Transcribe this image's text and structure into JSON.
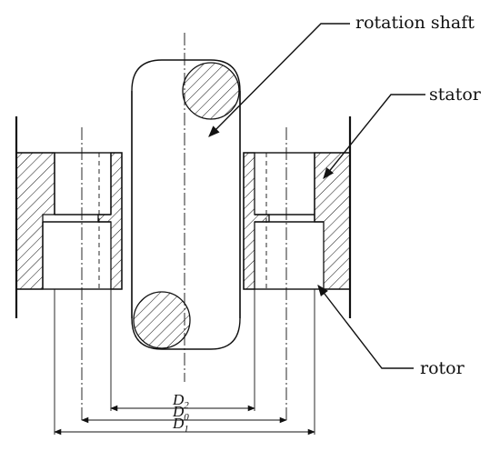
{
  "labels": {
    "shaft": "rotation shaft",
    "stator": "stator",
    "rotor": "rotor"
  },
  "dimensions": [
    {
      "name": "D",
      "sub": "2"
    },
    {
      "name": "D",
      "sub": "0"
    },
    {
      "name": "D",
      "sub": "1"
    }
  ]
}
